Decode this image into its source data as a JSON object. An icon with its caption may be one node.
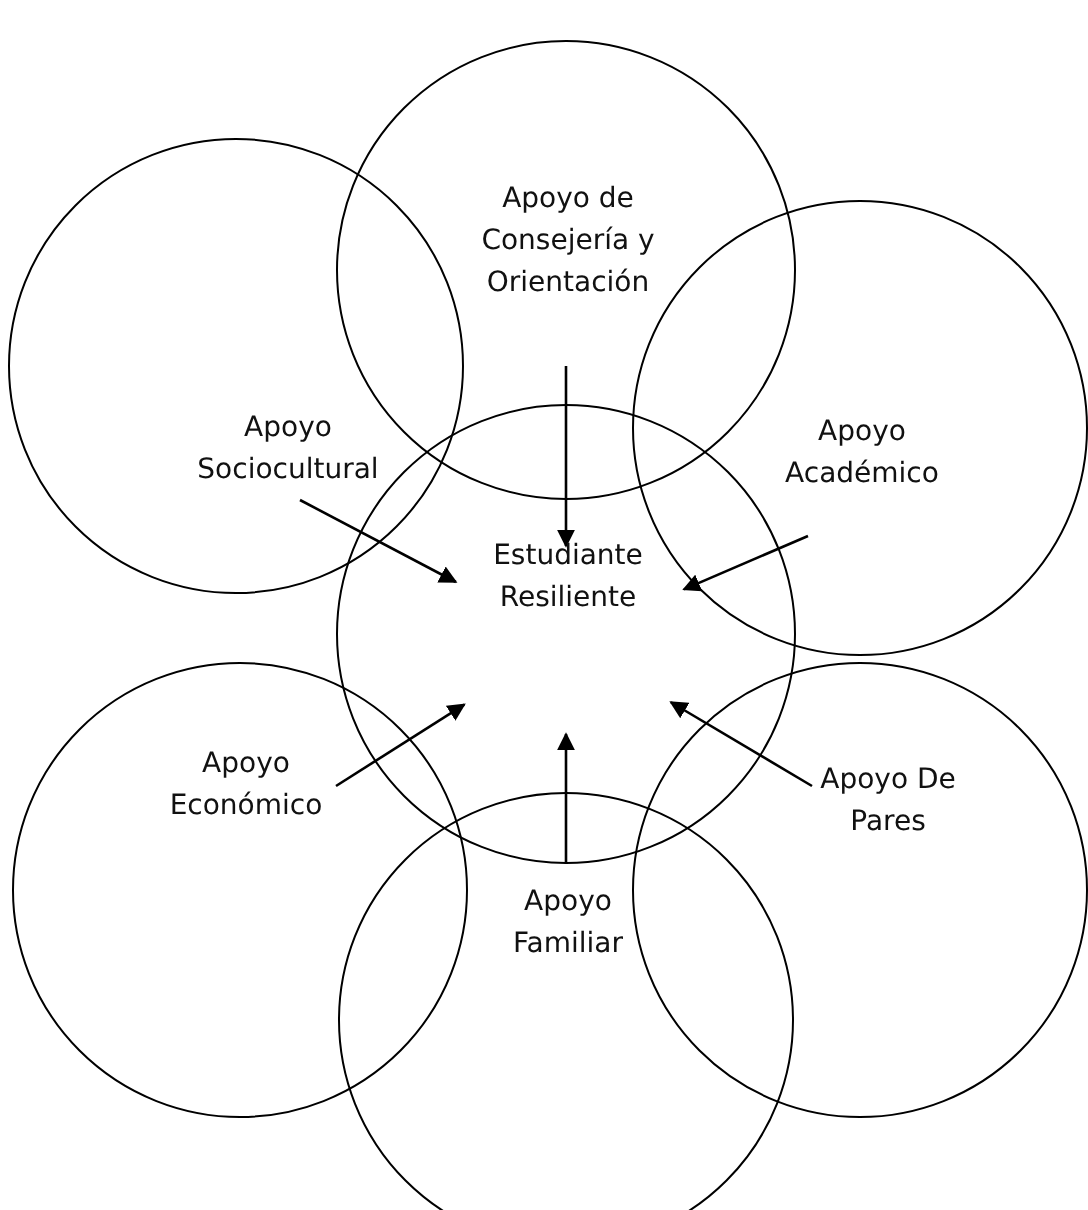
{
  "diagram": {
    "nodes": [
      {
        "text": [
          "Apoyo de Consejería y Orientación"
        ]
      },
      {
        "text": [
          "Apoyo Sociocultural"
        ]
      },
      {
        "text": [
          "Apoyo Académico"
        ]
      },
      {
        "text": [
          "Estudiante Resiliente"
        ]
      },
      {
        "text": [
          "Apoyo Económico"
        ]
      },
      {
        "text": [
          "Apoyo De Pares"
        ]
      },
      {
        "text": [
          "Apoyo Familiar"
        ]
      }
    ],
    "edges": [
      {
        "from": 0,
        "to": 3,
        "arrow": "to"
      },
      {
        "from": 1,
        "to": 3,
        "arrow": "to"
      },
      {
        "from": 2,
        "to": 3,
        "arrow": "to"
      },
      {
        "from": 4,
        "to": 3,
        "arrow": "to"
      },
      {
        "from": 5,
        "to": 3,
        "arrow": "to"
      },
      {
        "from": 6,
        "to": 3,
        "arrow": "to"
      }
    ]
  }
}
